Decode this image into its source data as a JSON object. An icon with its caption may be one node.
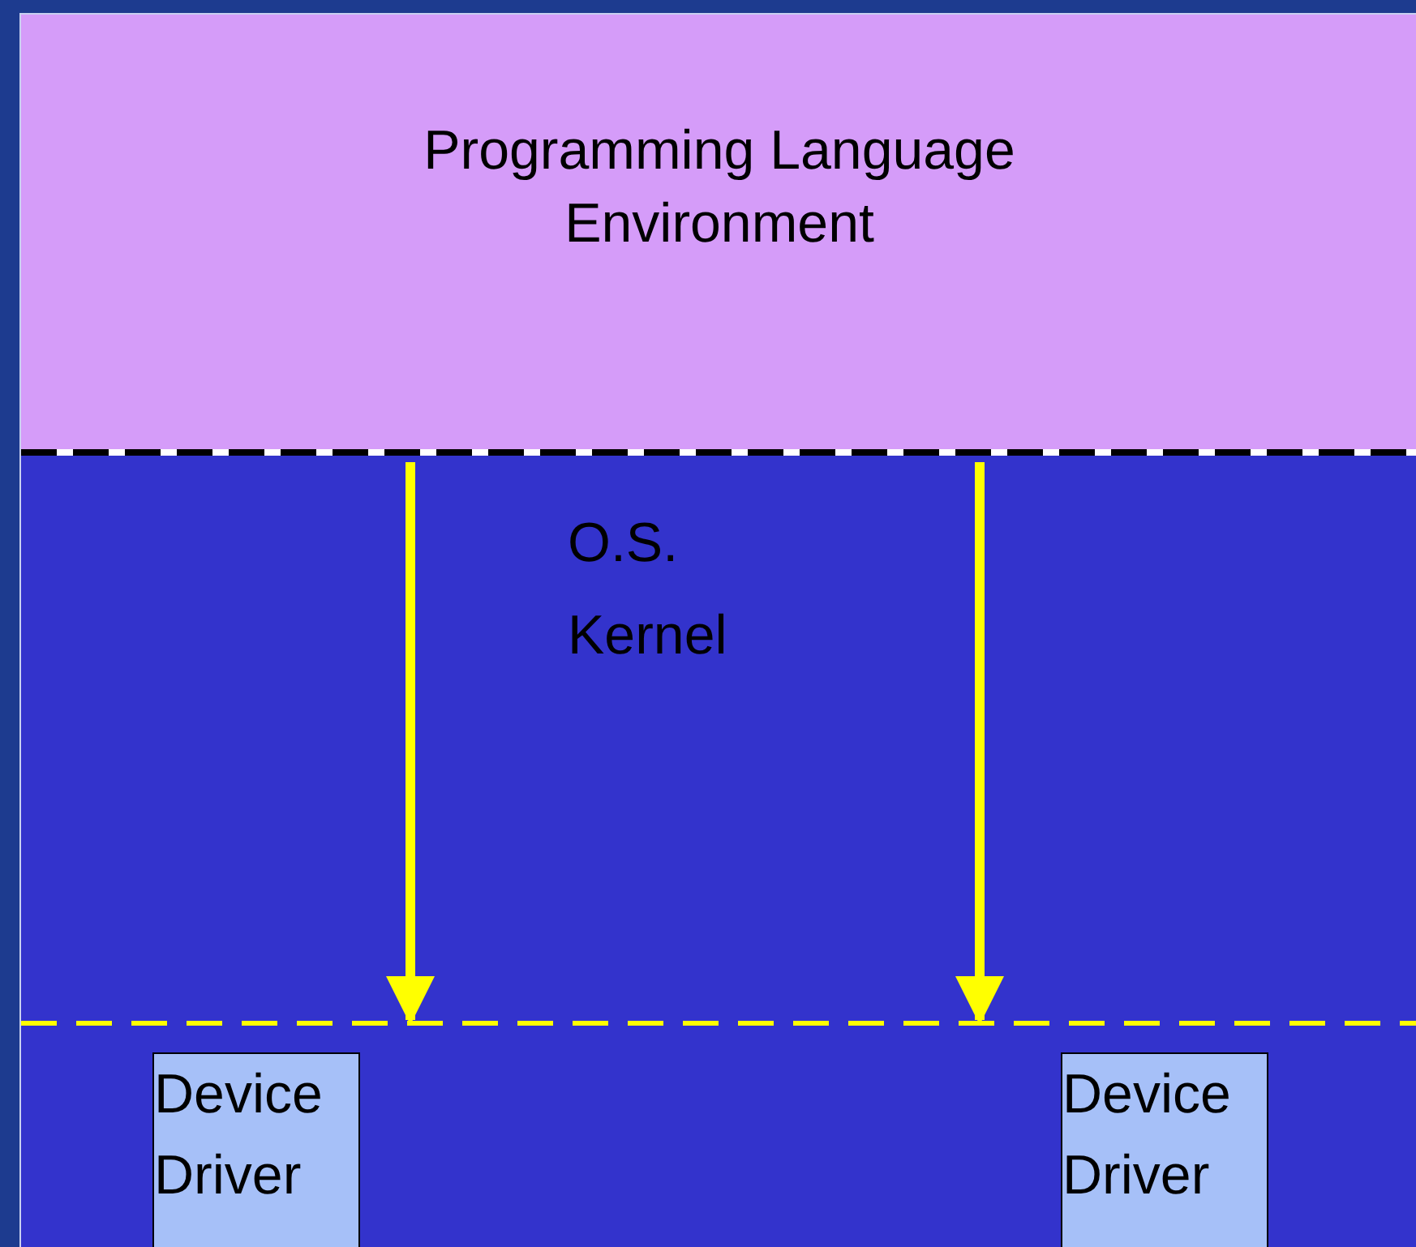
{
  "diagram": {
    "nodes": [
      {
        "text": [
          "Programming Language Environment"
        ]
      },
      {
        "text": [
          "O.S. Kernel"
        ]
      },
      {
        "text": [],
        "shape": "band"
      },
      {
        "text": [
          "Device Driver"
        ],
        "in": 2
      },
      {
        "text": [
          "Device Driver"
        ],
        "in": 2
      }
    ],
    "edges": [
      {
        "from": 0,
        "to": 2,
        "arrow": "to"
      },
      {
        "from": 0,
        "to": 2,
        "arrow": "to"
      }
    ]
  }
}
